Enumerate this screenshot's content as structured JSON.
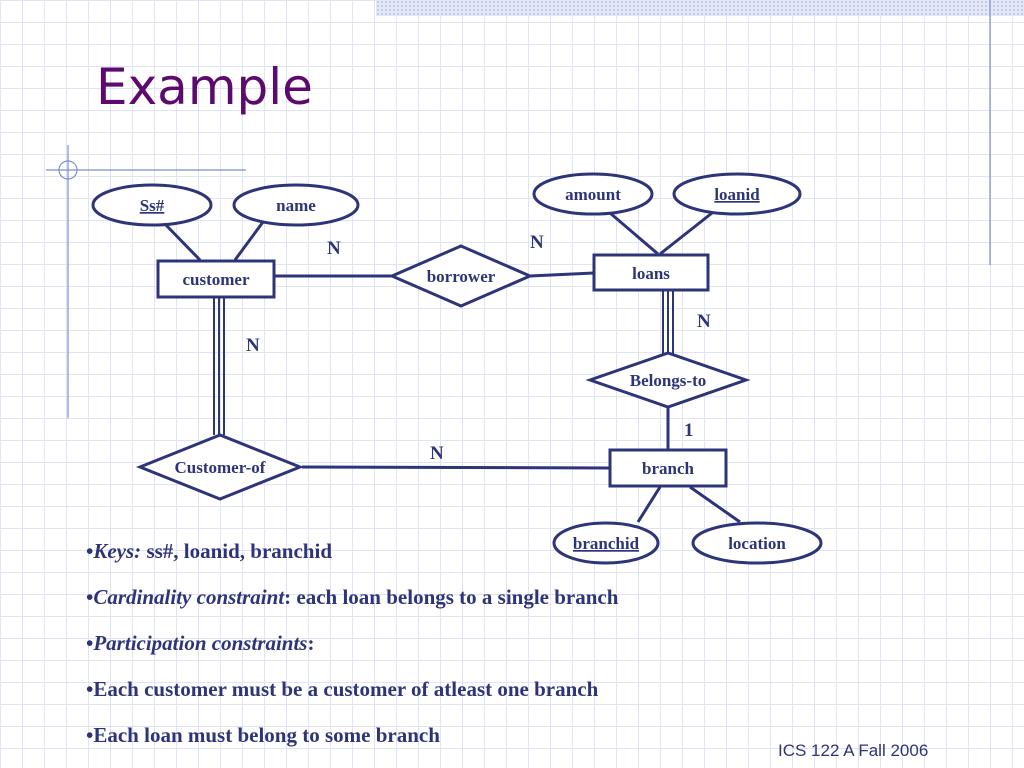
{
  "slide": {
    "title": "Example",
    "footer": "ICS 122 A Fall 2006"
  },
  "diagram": {
    "entities": {
      "customer": "customer",
      "loans": "loans",
      "branch": "branch"
    },
    "relationships": {
      "borrower": "borrower",
      "belongs_to": "Belongs-to",
      "customer_of": "Customer-of"
    },
    "attributes": {
      "ss": "Ss#",
      "name": "name",
      "amount": "amount",
      "loanid": "loanid",
      "branchid": "branchid",
      "location": "location"
    },
    "cardinalities": {
      "borrower_customer": "N",
      "borrower_loans": "N",
      "customer_of_customer": "N",
      "customer_of_branch": "N",
      "belongs_to_loans": "N",
      "belongs_to_branch": "1"
    }
  },
  "notes": [
    {
      "prefix": "•",
      "italic": "Keys:",
      "text": " ss#, loanid, branchid"
    },
    {
      "prefix": "•",
      "italic": "Cardinality constraint",
      "text": ": each loan belongs to a single branch"
    },
    {
      "prefix": "•",
      "italic": "Participation constraints",
      "text": ":"
    },
    {
      "prefix": "•",
      "italic": "",
      "text": "Each customer must be a customer of atleast one branch"
    },
    {
      "prefix": "•",
      "italic": "",
      "text": "Each loan must belong to some branch"
    }
  ]
}
